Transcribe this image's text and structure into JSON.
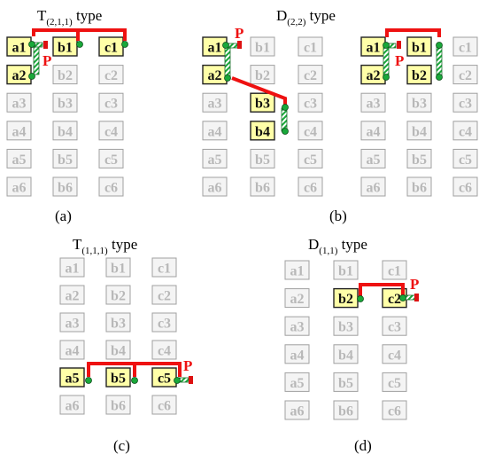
{
  "panels": [
    {
      "id": "a",
      "title": {
        "main": "T",
        "sub": "(2,1,1)",
        "suffix": " type"
      },
      "caption": "(a)",
      "grids": [
        {
          "highlighted": [
            "a1",
            "a2",
            "b1",
            "c1"
          ],
          "cells": [
            "a1",
            "b1",
            "c1",
            "a2",
            "b2",
            "c2",
            "a3",
            "b3",
            "c3",
            "a4",
            "b4",
            "c4",
            "a5",
            "b5",
            "c5",
            "a6",
            "b6",
            "c6"
          ]
        }
      ],
      "p_label": "P"
    },
    {
      "id": "b",
      "title": {
        "main": "D",
        "sub": "(2,2)",
        "suffix": " type"
      },
      "caption": "(b)",
      "grids": [
        {
          "highlighted": [
            "a1",
            "a2",
            "b3",
            "b4"
          ],
          "cells": [
            "a1",
            "b1",
            "c1",
            "a2",
            "b2",
            "c2",
            "a3",
            "b3",
            "c3",
            "a4",
            "b4",
            "c4",
            "a5",
            "b5",
            "c5",
            "a6",
            "b6",
            "c6"
          ]
        },
        {
          "highlighted": [
            "a1",
            "a2",
            "b1",
            "b2"
          ],
          "cells": [
            "a1",
            "b1",
            "c1",
            "a2",
            "b2",
            "c2",
            "a3",
            "b3",
            "c3",
            "a4",
            "b4",
            "c4",
            "a5",
            "b5",
            "c5",
            "a6",
            "b6",
            "c6"
          ]
        }
      ],
      "p_label": "P"
    },
    {
      "id": "c",
      "title": {
        "main": "T",
        "sub": "(1,1,1)",
        "suffix": " type"
      },
      "caption": "(c)",
      "grids": [
        {
          "highlighted": [
            "a5",
            "b5",
            "c5"
          ],
          "cells": [
            "a1",
            "b1",
            "c1",
            "a2",
            "b2",
            "c2",
            "a3",
            "b3",
            "c3",
            "a4",
            "b4",
            "c4",
            "a5",
            "b5",
            "c5",
            "a6",
            "b6",
            "c6"
          ]
        }
      ],
      "p_label": "P"
    },
    {
      "id": "d",
      "title": {
        "main": "D",
        "sub": "(1,1)",
        "suffix": " type"
      },
      "caption": "(d)",
      "grids": [
        {
          "highlighted": [
            "b2",
            "c2"
          ],
          "cells": [
            "a1",
            "b1",
            "c1",
            "a2",
            "b2",
            "c2",
            "a3",
            "b3",
            "c3",
            "a4",
            "b4",
            "c4",
            "a5",
            "b5",
            "c5",
            "a6",
            "b6",
            "c6"
          ]
        }
      ],
      "p_label": "P"
    }
  ],
  "colors": {
    "highlight_fill": "#ffffa8",
    "highlight_stroke": "#222222",
    "dim_text": "#b8b8b8",
    "dim_stroke": "#a0a0a0",
    "dim_fill": "#f4f4f4",
    "wire": "#ee1111",
    "node": "#19a83a",
    "cable": "#19a83a",
    "plug": "#dd1111"
  }
}
